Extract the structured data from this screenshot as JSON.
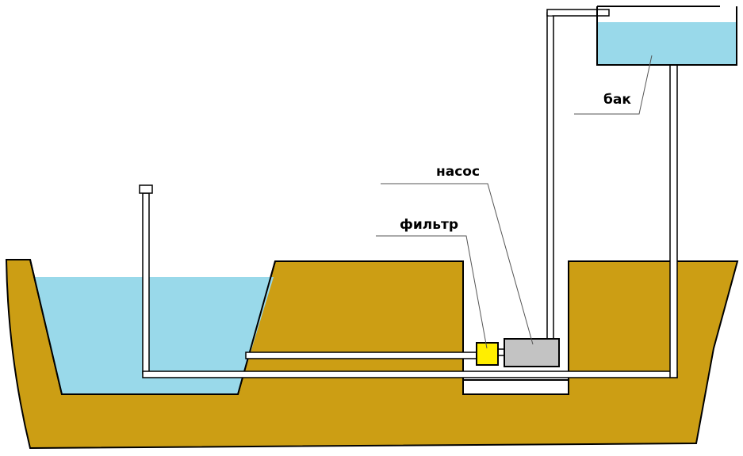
{
  "labels": {
    "tank": "бак",
    "pump": "насос",
    "filter": "фильтр"
  },
  "colors": {
    "soil": "#cc9e14",
    "water": "#99d9ea",
    "pump": "#c3c3c3",
    "filter": "#ffee00",
    "pipe": "#ffffff",
    "outline": "#000000",
    "background": "#ffffff"
  }
}
